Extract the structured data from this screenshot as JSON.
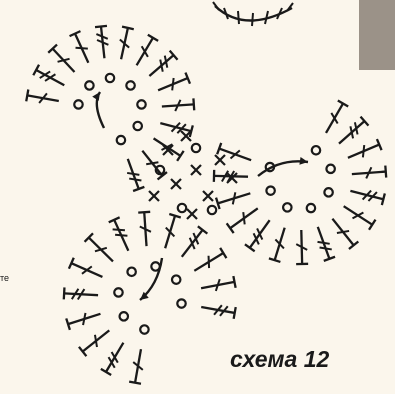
{
  "caption": "схема 12",
  "edge_label": "те",
  "colors": {
    "paper": "#fbf6ec",
    "ink": "#1a1a1a",
    "photo_edge": "#9b9288"
  },
  "stitch_names": [
    "chain-ring",
    "double-crochet",
    "treble-crochet",
    "direction-arrow"
  ],
  "motifs": [
    {
      "name": "motif-top-left",
      "rings": 7,
      "spokes": 14,
      "arrow": "curved-up"
    },
    {
      "name": "motif-right",
      "rings": 7,
      "spokes": 15,
      "arrow": "curved-right"
    },
    {
      "name": "motif-bottom-left",
      "rings": 7,
      "spokes": 14,
      "arrow": "curved-down"
    }
  ]
}
